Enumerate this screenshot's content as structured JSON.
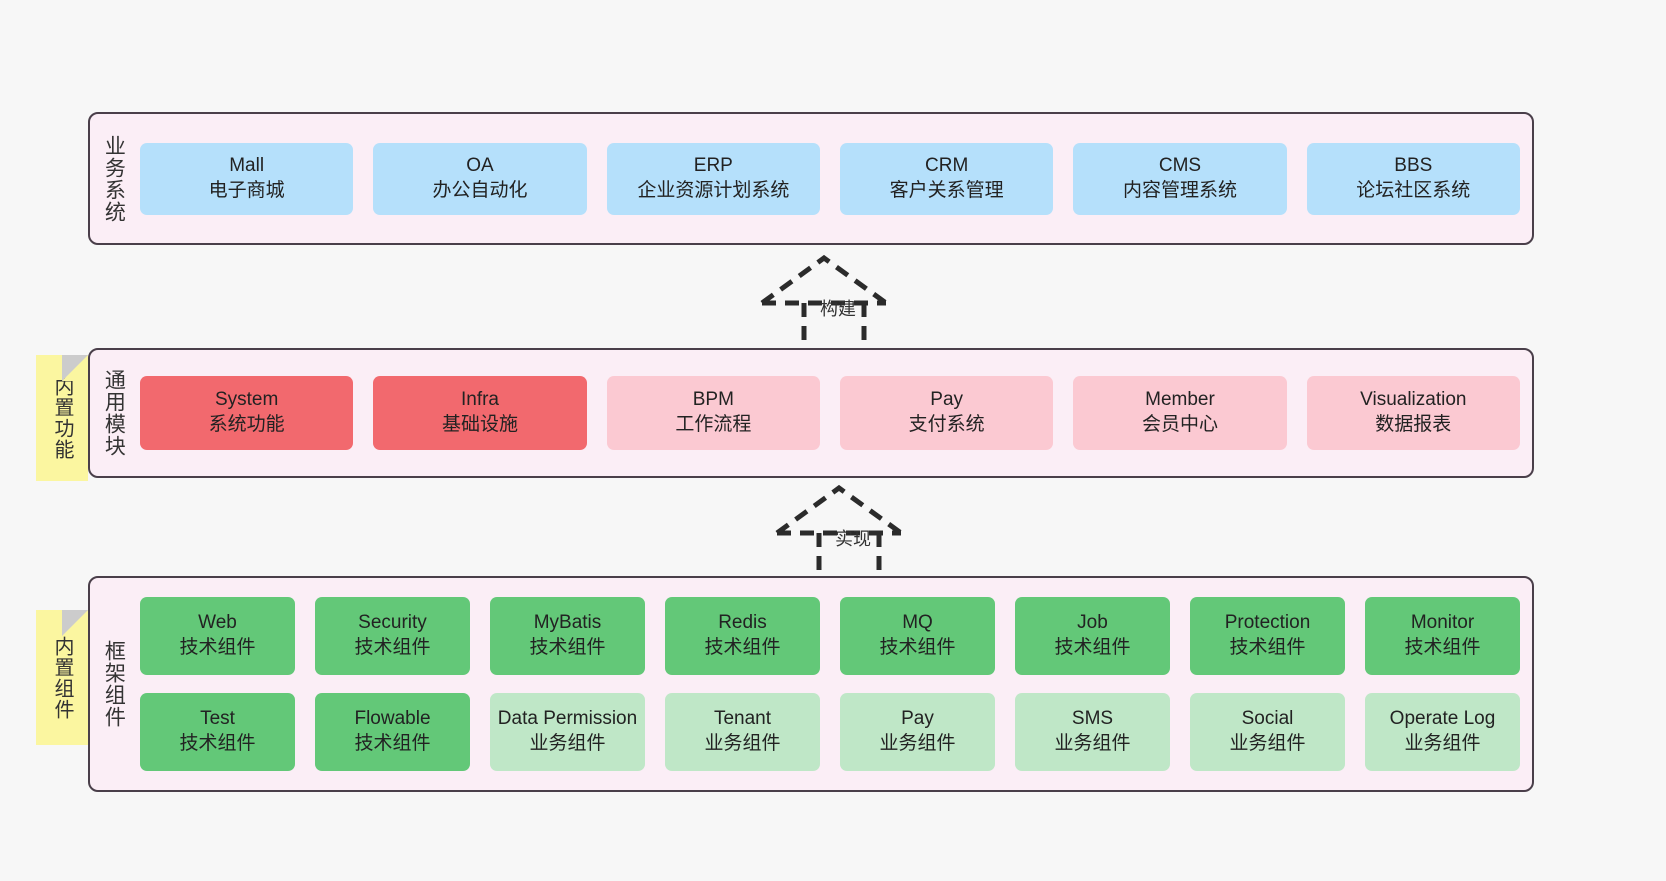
{
  "diagram": {
    "background_color": "#f7f7f7",
    "band_fill": "#fbeef6",
    "band_border": "#4a3f4a"
  },
  "layers": [
    {
      "id": "business",
      "title": "业务系统",
      "note": null,
      "rows": [
        {
          "style": "c-blue",
          "cells": [
            {
              "name": "Mall",
              "desc": "电子商城"
            },
            {
              "name": "OA",
              "desc": "办公自动化"
            },
            {
              "name": "ERP",
              "desc": "企业资源计划系统"
            },
            {
              "name": "CRM",
              "desc": "客户关系管理"
            },
            {
              "name": "CMS",
              "desc": "内容管理系统"
            },
            {
              "name": "BBS",
              "desc": "论坛社区系统"
            }
          ]
        }
      ]
    },
    {
      "id": "common",
      "title": "通用模块",
      "note": "内置功能",
      "rows": [
        {
          "style": "mixed",
          "cells": [
            {
              "name": "System",
              "desc": "系统功能",
              "style": "c-red-strong"
            },
            {
              "name": "Infra",
              "desc": "基础设施",
              "style": "c-red-strong"
            },
            {
              "name": "BPM",
              "desc": "工作流程",
              "style": "c-red-light"
            },
            {
              "name": "Pay",
              "desc": "支付系统",
              "style": "c-red-light"
            },
            {
              "name": "Member",
              "desc": "会员中心",
              "style": "c-red-light"
            },
            {
              "name": "Visualization",
              "desc": "数据报表",
              "style": "c-red-light"
            }
          ]
        }
      ]
    },
    {
      "id": "framework",
      "title": "框架组件",
      "note": "内置组件",
      "rows": [
        {
          "style": "mixed",
          "cells": [
            {
              "name": "Web",
              "desc": "技术组件",
              "style": "c-green-strong"
            },
            {
              "name": "Security",
              "desc": "技术组件",
              "style": "c-green-strong"
            },
            {
              "name": "MyBatis",
              "desc": "技术组件",
              "style": "c-green-strong"
            },
            {
              "name": "Redis",
              "desc": "技术组件",
              "style": "c-green-strong"
            },
            {
              "name": "MQ",
              "desc": "技术组件",
              "style": "c-green-strong"
            },
            {
              "name": "Job",
              "desc": "技术组件",
              "style": "c-green-strong"
            },
            {
              "name": "Protection",
              "desc": "技术组件",
              "style": "c-green-strong"
            },
            {
              "name": "Monitor",
              "desc": "技术组件",
              "style": "c-green-strong"
            }
          ]
        },
        {
          "style": "mixed",
          "cells": [
            {
              "name": "Test",
              "desc": "技术组件",
              "style": "c-green-strong"
            },
            {
              "name": "Flowable",
              "desc": "技术组件",
              "style": "c-green-strong"
            },
            {
              "name": "Data Permission",
              "desc": "业务组件",
              "style": "c-green-light"
            },
            {
              "name": "Tenant",
              "desc": "业务组件",
              "style": "c-green-light"
            },
            {
              "name": "Pay",
              "desc": "业务组件",
              "style": "c-green-light"
            },
            {
              "name": "SMS",
              "desc": "业务组件",
              "style": "c-green-light"
            },
            {
              "name": "Social",
              "desc": "业务组件",
              "style": "c-green-light"
            },
            {
              "name": "Operate Log",
              "desc": "业务组件",
              "style": "c-green-light"
            }
          ]
        }
      ]
    }
  ],
  "relations": [
    {
      "id": "build",
      "label": "构建",
      "from": "通用模块",
      "to": "业务系统"
    },
    {
      "id": "realize",
      "label": "实现",
      "from": "框架组件",
      "to": "通用模块"
    }
  ],
  "colors": {
    "blue": "#b5e0fb",
    "red_strong": "#f2696e",
    "red_light": "#fbc9d2",
    "green_strong": "#63c878",
    "green_light": "#bfe7c7",
    "sticky_yellow": "#fbf6a0",
    "band_fill": "#fbeef6",
    "band_border": "#4a3f4a",
    "arrow": "#2b2b2b"
  }
}
